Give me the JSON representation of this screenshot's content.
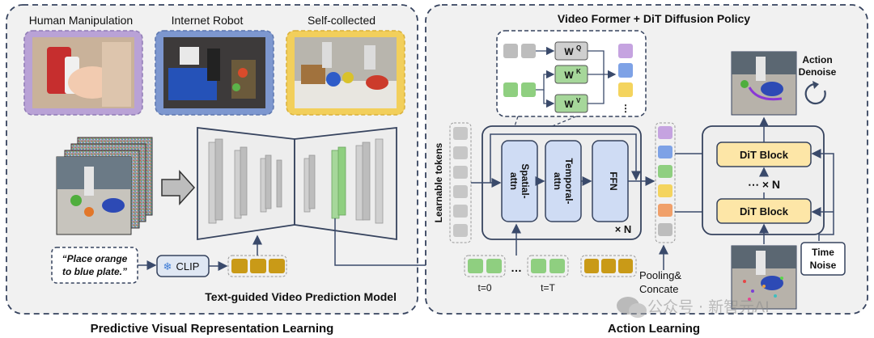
{
  "left_panel": {
    "caption": "Predictive Visual Representation Learning",
    "sources": [
      {
        "label": "Human Manipulation",
        "color": "#b9a2d6"
      },
      {
        "label": "Internet Robot",
        "color": "#7d97cf"
      },
      {
        "label": "Self-collected",
        "color": "#f2cf5b"
      }
    ],
    "instruction": "“Place orange to blue plate.”",
    "clip_label": "CLIP",
    "model_label": "Text-guided Video Prediction Model"
  },
  "right_panel": {
    "caption": "Action Learning",
    "title": "Video Former + DiT Diffusion Policy",
    "attention": {
      "wq": "W",
      "wq_sup": "Q",
      "wk": "W",
      "wk_sup": "K",
      "wv": "W",
      "wv_sup": "V",
      "more": "⋮"
    },
    "learnable_tokens": "Learnable tokens",
    "blocks": [
      "Spatial-\nattn",
      "Temporal-\nattn",
      "FFN"
    ],
    "times_n": "× N",
    "t0": "t=0",
    "tT": "t=T",
    "ellipsis": "…",
    "pooling": "Pooling&",
    "concate": "Concate",
    "dit_block": "DiT Block",
    "dit_repeat": "⋯ × N",
    "action_denoise_1": "Action",
    "action_denoise_2": "Denoise",
    "time_noise_1": "Time",
    "time_noise_2": "Noise"
  },
  "watermark": "公众号 · 新智元AI"
}
